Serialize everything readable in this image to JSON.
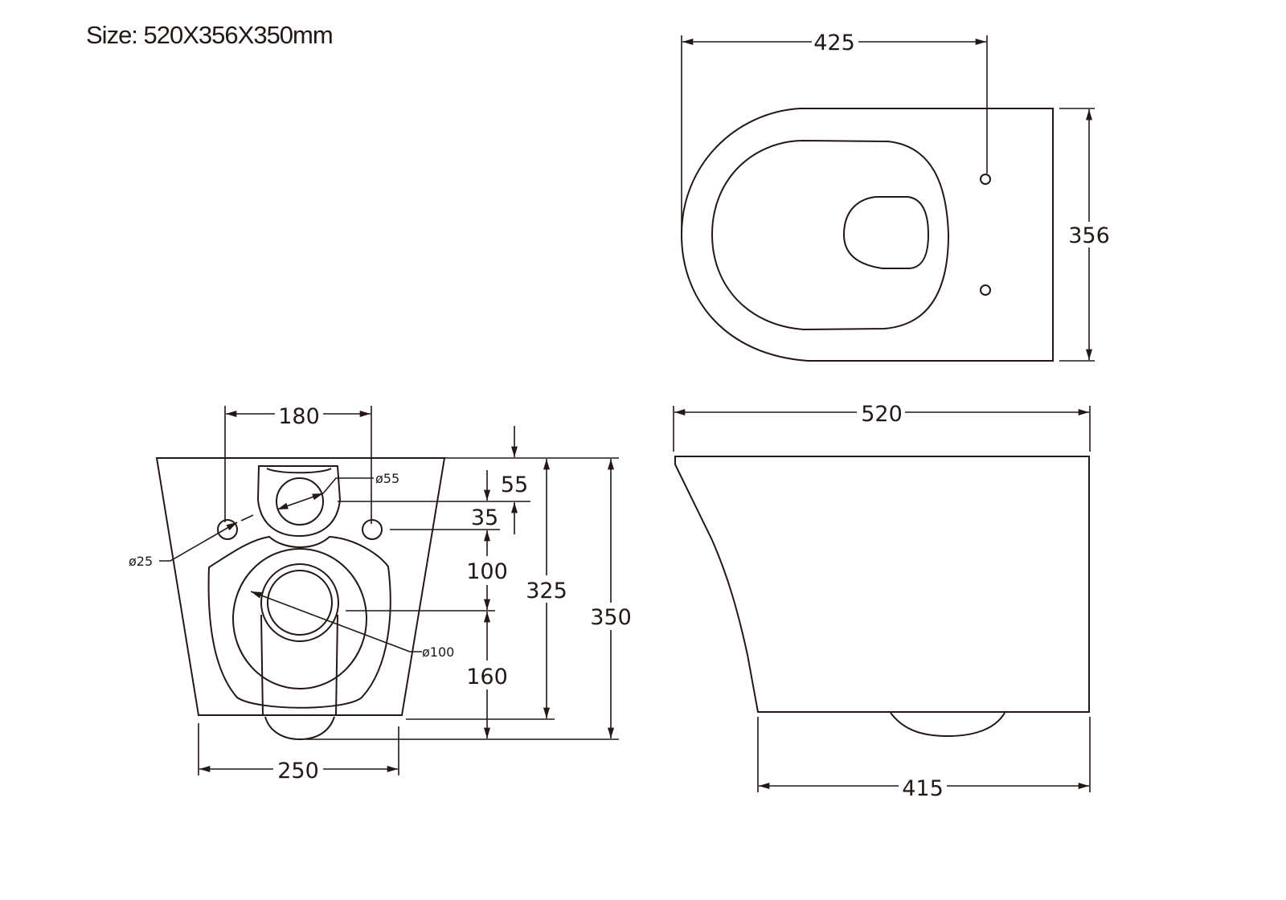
{
  "title": "Size: 520X356X350mm",
  "top_view": {
    "width": "425",
    "depth": "356"
  },
  "side_view": {
    "length": "520",
    "base_length": "415"
  },
  "front_view": {
    "fixing_spacing": "180",
    "base_width": "250",
    "inlet_diameter": "ø55",
    "fixing_hole_diameter": "ø25",
    "outlet_diameter": "ø100",
    "top_to_inlet": "55",
    "inlet_to_fixing": "35",
    "fixing_to_outlet": "100",
    "outlet_to_bottom": "160",
    "body_height": "325",
    "total_height": "350"
  }
}
